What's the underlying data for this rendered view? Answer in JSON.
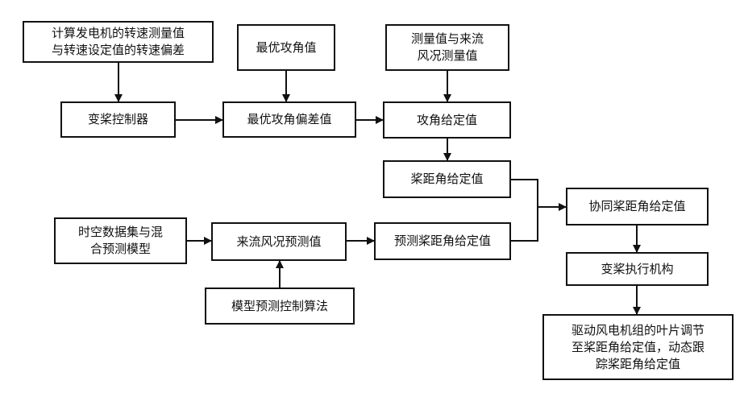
{
  "nodes": {
    "speed_deviation": "计算发电机的转速测量值\n与转速设定值的转速偏差",
    "optimal_aoa": "最优攻角值",
    "measured_inflow": "测量值与来流\n风况测量值",
    "pitch_controller": "变桨控制器",
    "optimal_aoa_deviation": "最优攻角偏差值",
    "aoa_setpoint": "攻角给定值",
    "pitch_setpoint": "桨距角给定值",
    "coordinated_pitch": "协同桨距角给定值",
    "spatiotemporal_model": "时空数据集与混\n合预测模型",
    "inflow_prediction": "来流风况预测值",
    "predicted_pitch": "预测桨距角给定值",
    "pitch_actuator": "变桨执行机构",
    "mpc_algorithm": "模型预测控制算法",
    "blade_drive": "驱动风电机组的叶片调节\n至桨距角给定值，动态跟\n踪桨距角给定值"
  }
}
